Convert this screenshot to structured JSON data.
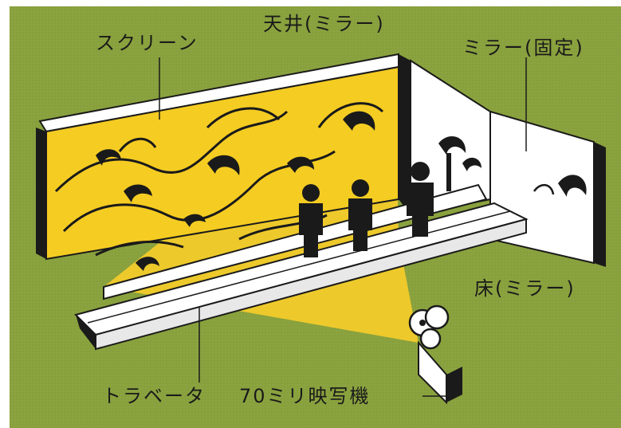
{
  "labels": {
    "screen": "スクリーン",
    "ceiling": "天井(ミラー)",
    "mirror_fixed": "ミラー(固定)",
    "floor": "床(ミラー)",
    "travelator": "トラベータ",
    "projector": "70ミリ映写機"
  },
  "colors": {
    "background": "#8aa23e",
    "screen": "#f5cc22",
    "projection_beam": "#f2cb2a",
    "wall": "#ffffff",
    "ink": "#1a1a1a"
  }
}
